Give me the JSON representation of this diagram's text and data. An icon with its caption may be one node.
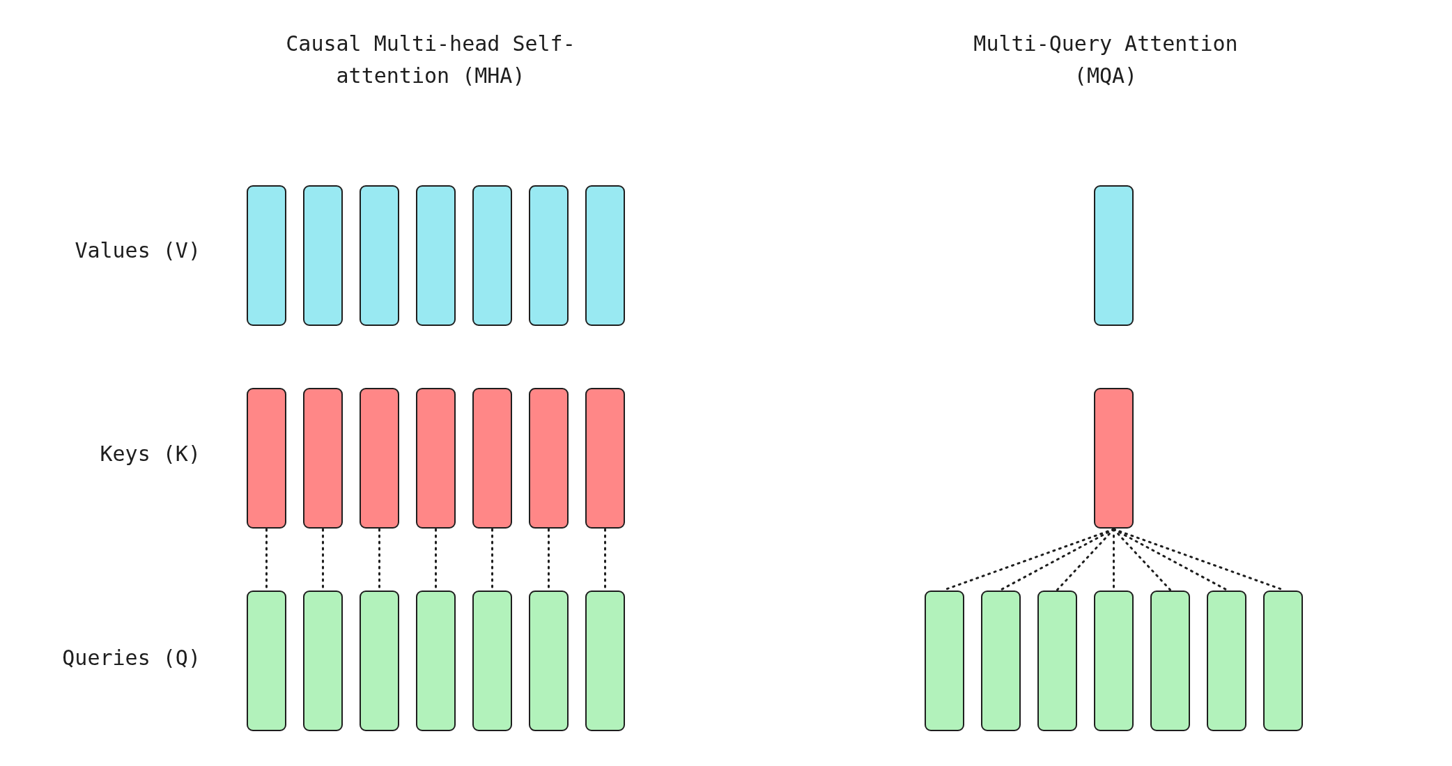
{
  "diagram": {
    "nodes": [
      {
        "text": [],
        "shape": "bar"
      },
      {
        "text": [],
        "shape": "bar"
      },
      {
        "text": [],
        "shape": "bar"
      },
      {
        "text": [],
        "shape": "bar"
      },
      {
        "text": [],
        "shape": "bar"
      },
      {
        "text": [],
        "shape": "bar"
      },
      {
        "text": [],
        "shape": "bar"
      },
      {
        "text": [],
        "shape": "bar"
      },
      {
        "text": [],
        "shape": "bar"
      },
      {
        "text": [],
        "shape": "bar"
      },
      {
        "text": [],
        "shape": "bar"
      },
      {
        "text": [],
        "shape": "bar"
      },
      {
        "text": [],
        "shape": "bar"
      },
      {
        "text": [],
        "shape": "bar"
      },
      {
        "text": [],
        "shape": "bar"
      },
      {
        "text": [],
        "shape": "bar"
      },
      {
        "text": [],
        "shape": "bar"
      },
      {
        "text": [],
        "shape": "bar"
      },
      {
        "text": [],
        "shape": "bar"
      },
      {
        "text": [],
        "shape": "bar"
      },
      {
        "text": [],
        "shape": "bar"
      },
      {
        "text": [],
        "shape": "bar"
      },
      {
        "text": [],
        "shape": "bar"
      },
      {
        "text": [],
        "shape": "bar"
      },
      {
        "text": [],
        "shape": "bar"
      },
      {
        "text": [],
        "shape": "bar"
      },
      {
        "text": [],
        "shape": "bar"
      },
      {
        "text": [],
        "shape": "bar"
      },
      {
        "text": [],
        "shape": "bar"
      },
      {
        "text": [],
        "shape": "bar"
      }
    ],
    "edges": [
      {
        "from": 7,
        "to": 14,
        "arrow": "none",
        "style": "dashed"
      },
      {
        "from": 8,
        "to": 15,
        "arrow": "none",
        "style": "dashed"
      },
      {
        "from": 9,
        "to": 16,
        "arrow": "none",
        "style": "dashed"
      },
      {
        "from": 10,
        "to": 17,
        "arrow": "none",
        "style": "dashed"
      },
      {
        "from": 11,
        "to": 18,
        "arrow": "none",
        "style": "dashed"
      },
      {
        "from": 12,
        "to": 19,
        "arrow": "none",
        "style": "dashed"
      },
      {
        "from": 13,
        "to": 20,
        "arrow": "none",
        "style": "dashed"
      },
      {
        "from": 22,
        "to": 23,
        "arrow": "none",
        "style": "dashed"
      },
      {
        "from": 22,
        "to": 24,
        "arrow": "none",
        "style": "dashed"
      },
      {
        "from": 22,
        "to": 25,
        "arrow": "none",
        "style": "dashed"
      },
      {
        "from": 22,
        "to": 26,
        "arrow": "none",
        "style": "dashed"
      },
      {
        "from": 22,
        "to": 27,
        "arrow": "none",
        "style": "dashed"
      },
      {
        "from": 22,
        "to": 28,
        "arrow": "none",
        "style": "dashed"
      },
      {
        "from": 22,
        "to": 29,
        "arrow": "none",
        "style": "dashed"
      }
    ],
    "labels": [
      "Causal Multi-head Self-attention (MHA)",
      "Multi-Query Attention (MQA)",
      "Values (V)",
      "Keys (K)",
      "Queries (Q)"
    ]
  }
}
